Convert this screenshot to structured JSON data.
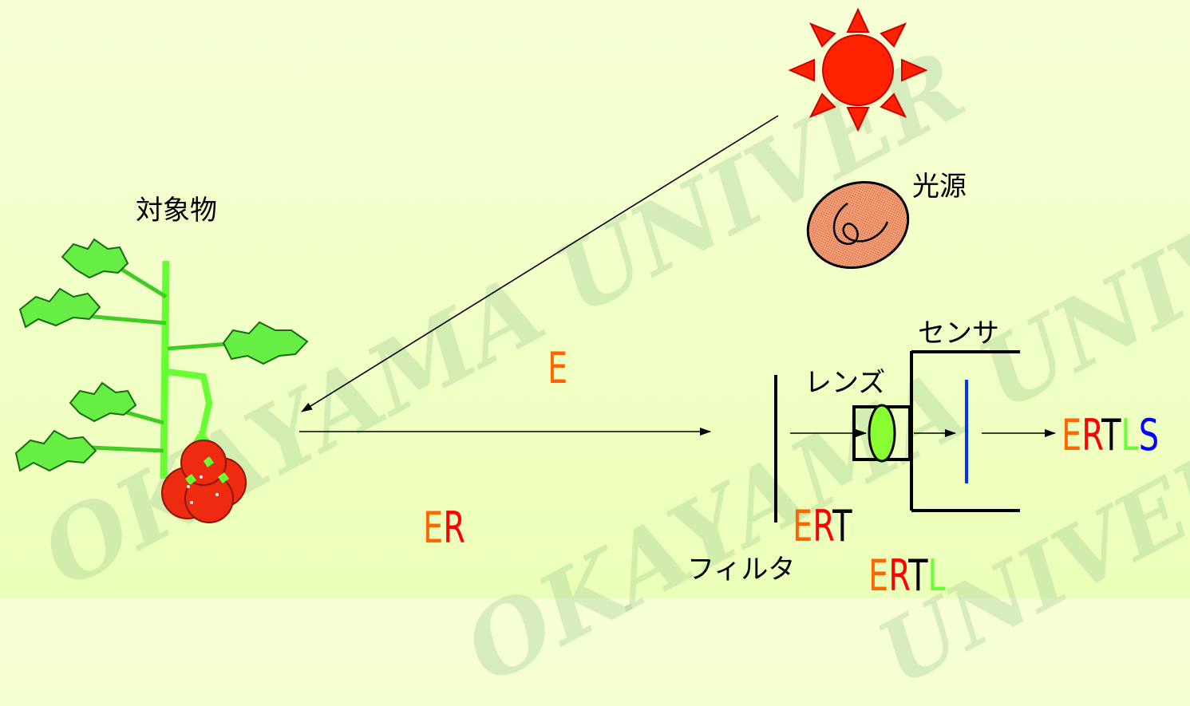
{
  "labels": {
    "object": "対象物",
    "light_source": "光源",
    "sensor": "センサ",
    "lens": "レンズ",
    "filter": "フィルタ"
  },
  "formulas": {
    "E": [
      "E"
    ],
    "ER": [
      "E",
      "R"
    ],
    "ERT": [
      "E",
      "R",
      "T"
    ],
    "ERTL": [
      "E",
      "R",
      "T",
      "L"
    ],
    "ERTLS": [
      "E",
      "R",
      "T",
      "L",
      "S"
    ]
  },
  "watermark": {
    "line1": "OKAYAMA UNIVER",
    "line2": "OKAYAMA UNIVERSITY",
    "line3": "UNIVERSITY"
  },
  "colors": {
    "background": "#f2ffc8",
    "E": "#ff6600",
    "R": "#ff0000",
    "T": "#000000",
    "L": "#66ff33",
    "S": "#0000ff",
    "sun": "#ff2200",
    "plant_stem": "#66ff33",
    "leaf": "#66ee44",
    "lens": "#88ff33",
    "sensor_plane": "#0033ff"
  }
}
